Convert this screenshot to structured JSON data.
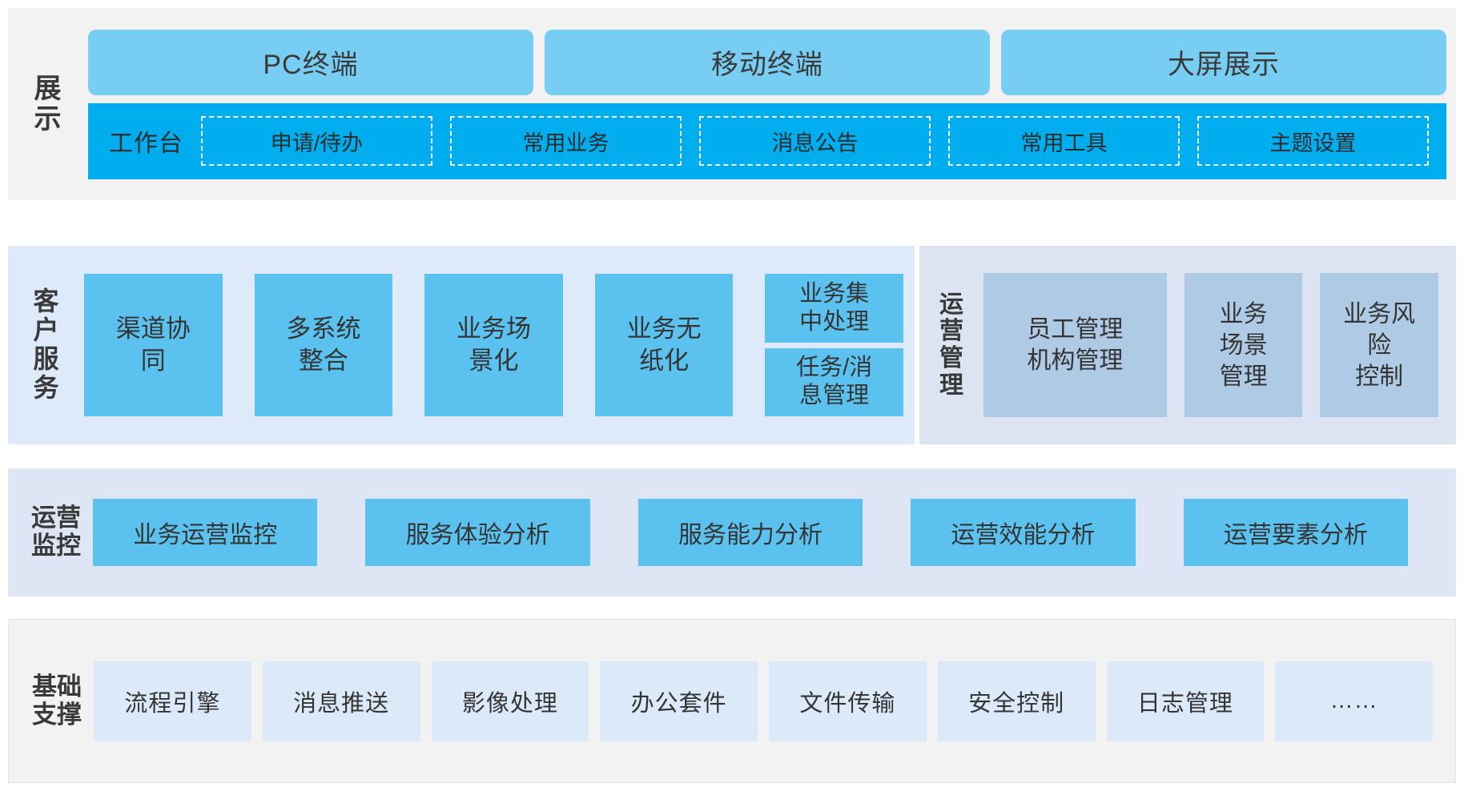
{
  "colors": {
    "panel_gray": "#F2F2F2",
    "panel_blue_light": "#DEE9FA",
    "panel_blue_gray": "#DCE4F2",
    "panel_monitor": "#DEE6F5",
    "terminal_blue": "#77CEF2",
    "workbench_blue": "#00AEEF",
    "box_blue": "#5BC2EF",
    "box_steel": "#AECAE4",
    "box_pale": "#DCE9F8",
    "text_dark": "#343434"
  },
  "presentation": {
    "label": "展\n示",
    "terminals": [
      {
        "label": "PC终端"
      },
      {
        "label": "移动终端"
      },
      {
        "label": "大屏展示"
      }
    ],
    "workbench": {
      "title": "工作台",
      "items": [
        {
          "label": "申请/待办"
        },
        {
          "label": "常用业务"
        },
        {
          "label": "消息公告"
        },
        {
          "label": "常用工具"
        },
        {
          "label": "主题设置"
        }
      ]
    }
  },
  "customer_service": {
    "label": "客\n户\n服\n务",
    "boxes": [
      {
        "label": "渠道协\n同"
      },
      {
        "label": "多系统\n整合"
      },
      {
        "label": "业务场\n景化"
      },
      {
        "label": "业务无\n纸化"
      }
    ],
    "stack": [
      {
        "label": "业务集\n中处理"
      },
      {
        "label": "任务/消\n息管理"
      }
    ]
  },
  "operations_management": {
    "label": "运\n营\n管\n理",
    "boxes": [
      {
        "label": "员工管理\n机构管理"
      },
      {
        "label": "业务\n场景\n管理"
      },
      {
        "label": "业务风\n险\n控制"
      }
    ]
  },
  "operations_monitoring": {
    "label": "运营\n监控",
    "boxes": [
      {
        "label": "业务运营监控"
      },
      {
        "label": "服务体验分析"
      },
      {
        "label": "服务能力分析"
      },
      {
        "label": "运营效能分析"
      },
      {
        "label": "运营要素分析"
      }
    ]
  },
  "foundation": {
    "label": "基础\n支撑",
    "boxes": [
      {
        "label": "流程引擎"
      },
      {
        "label": "消息推送"
      },
      {
        "label": "影像处理"
      },
      {
        "label": "办公套件"
      },
      {
        "label": "文件传输"
      },
      {
        "label": "安全控制"
      },
      {
        "label": "日志管理"
      },
      {
        "label": "……"
      }
    ]
  }
}
